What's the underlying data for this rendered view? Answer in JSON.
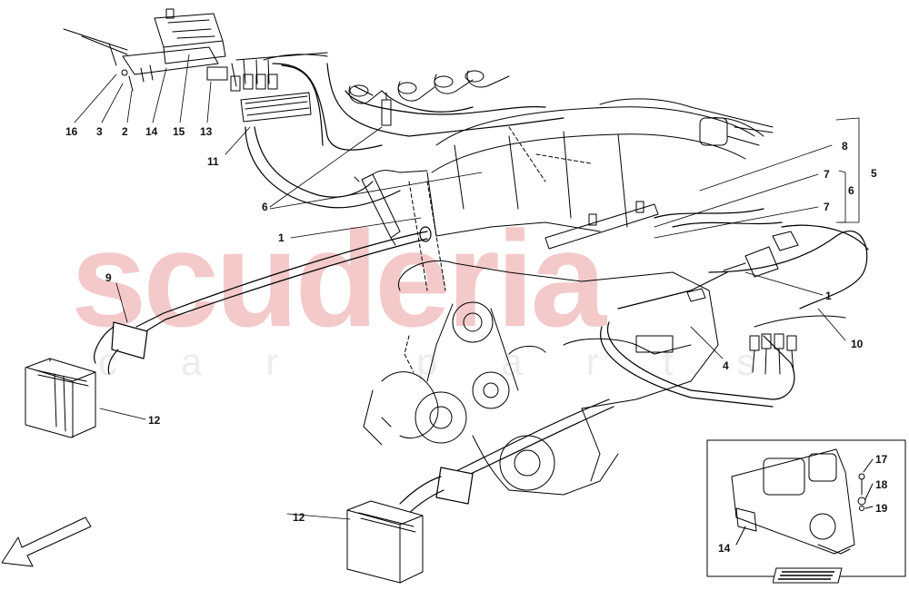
{
  "watermark": {
    "main": "scuderia",
    "sub": "car parts"
  },
  "callouts": {
    "c16": "16",
    "c3": "3",
    "c2": "2",
    "c14a": "14",
    "c15": "15",
    "c13": "13",
    "c11": "11",
    "c6a": "6",
    "c1a": "1",
    "c9": "9",
    "c12a": "12",
    "c12b": "12",
    "c8": "8",
    "c7a": "7",
    "c7b": "7",
    "c5": "5",
    "c6b": "6",
    "c1b": "1",
    "c10": "10",
    "c4": "4",
    "c17": "17",
    "c18": "18",
    "c19": "19",
    "c14b": "14"
  },
  "colors": {
    "line": "#000000",
    "watermark_red": "#f3c9c9",
    "watermark_grey": "#ececec"
  },
  "icons": {
    "direction_arrow": "front-direction-arrow-icon",
    "logo": "16m-scuderia-spider-logo"
  }
}
